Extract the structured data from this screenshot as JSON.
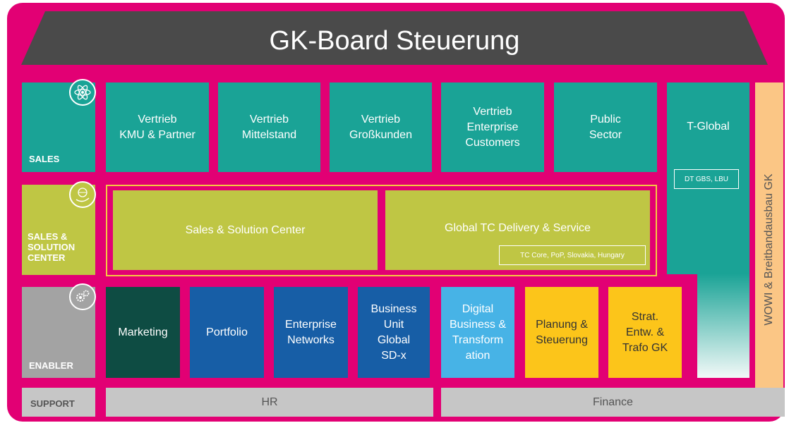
{
  "title": "GK-Board Steuerung",
  "rows": {
    "sales": "SALES",
    "sales_solution_center": "SALES &\nSOLUTION\nCENTER",
    "enabler": "ENABLER",
    "support": "SUPPORT"
  },
  "sales_units": [
    "Vertrieb\nKMU & Partner",
    "Vertrieb\nMittelstand",
    "Vertrieb\nGroßkunden",
    "Vertrieb\nEnterprise\nCustomers",
    "Public\nSector"
  ],
  "t_global": {
    "label": "T-Global",
    "sub": "DT GBS, LBU"
  },
  "solution_center": {
    "sales_solution": "Sales & Solution Center",
    "global_tc": "Global TC Delivery & Service",
    "global_tc_sub": "TC Core, PoP, Slovakia, Hungary"
  },
  "enabler_units": [
    "Marketing",
    "Portfolio",
    "Enterprise\nNetworks",
    "Business\nUnit\nGlobal\nSD-x",
    "Digital\nBusiness &\nTransform\nation",
    "Planung &\nSteuerung",
    "Strat.\nEntw. &\nTrafo GK"
  ],
  "wowi": "WOWI & Breitbandausbau GK",
  "support_units": {
    "hr": "HR",
    "finance": "Finance"
  },
  "icons": [
    "atom-icon",
    "globe-hand-icon",
    "gears-icon"
  ],
  "colors": {
    "frame": "#e20074",
    "roof": "#4a4a4a",
    "teal": "#1aa396",
    "lime": "#bfc644",
    "dark_green": "#0e4c43",
    "blue": "#175ea6",
    "light_blue": "#47b3e6",
    "yellow": "#fcc51a",
    "peach": "#fbc685",
    "grey": "#a3a3a3"
  }
}
